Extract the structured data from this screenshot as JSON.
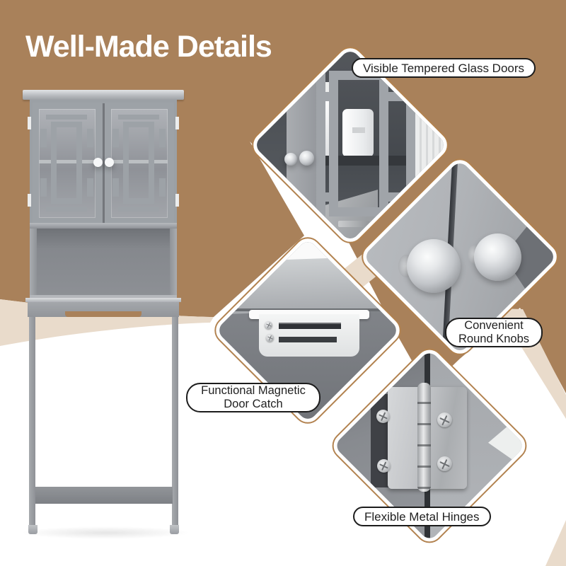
{
  "title": "Well-Made Details",
  "palette": {
    "background_brown": "#a9815a",
    "background_beige": "#e9dbcb",
    "background_white": "#ffffff",
    "diamond_outline_tan": "#b2824f",
    "pill_border": "#1c1c1c",
    "pill_text": "#222222",
    "title_text": "#ffffff",
    "cabinet_grey": "#9ba0a5"
  },
  "callouts": {
    "glass_doors": {
      "label": "Visible Tempered Glass Doors"
    },
    "round_knobs": {
      "line1": "Convenient",
      "line2": "Round Knobs"
    },
    "door_catch": {
      "line1": "Functional Magnetic",
      "line2": "Door Catch"
    },
    "metal_hinges": {
      "label": "Flexible Metal Hinges"
    }
  },
  "photos": {
    "main": "grey over-the-toilet storage cabinet",
    "glass_doors": "tempered glass doors close-up",
    "round_knobs": "round knobs close-up",
    "door_catch": "magnetic door catch close-up",
    "metal_hinges": "metal hinge close-up"
  }
}
